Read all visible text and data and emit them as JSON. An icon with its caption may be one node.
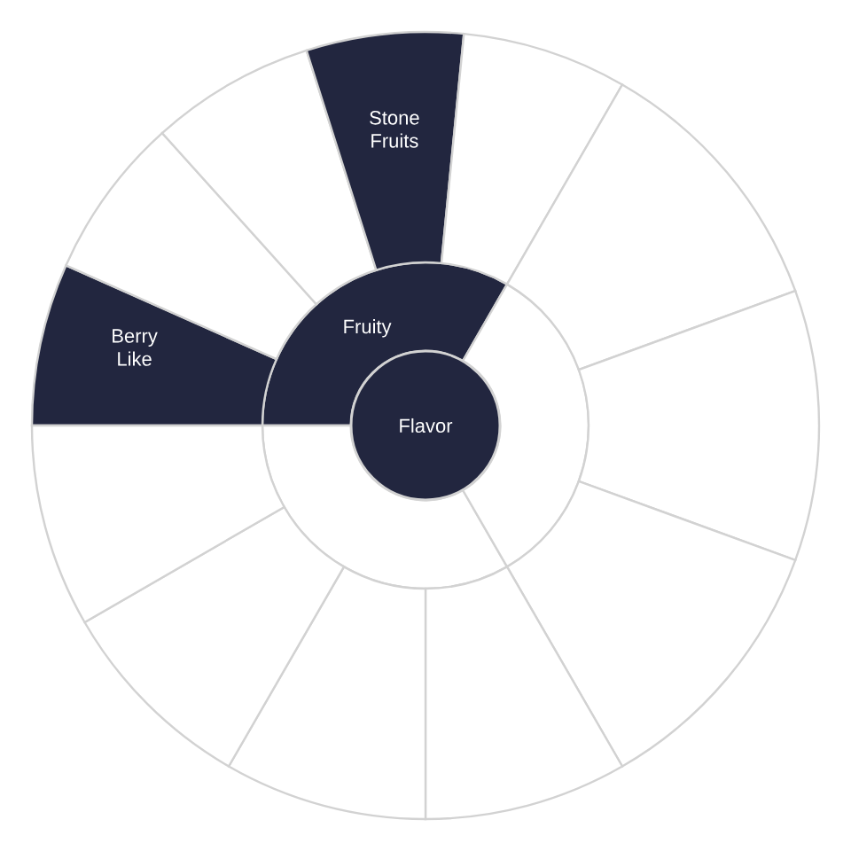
{
  "diagram": {
    "nodes": [
      {
        "text": [
          "Flavor"
        ]
      },
      {
        "text": [
          "Fruity"
        ]
      },
      {
        "text": [],
        "shape": "wedge"
      },
      {
        "text": [],
        "shape": "wedge"
      },
      {
        "text": [
          "Berry Like"
        ]
      },
      {
        "text": [],
        "shape": "wedge"
      },
      {
        "text": [],
        "shape": "wedge"
      },
      {
        "text": [
          "Stone Fruits"
        ]
      },
      {
        "text": [],
        "shape": "wedge"
      },
      {
        "text": [],
        "shape": "wedge"
      },
      {
        "text": [],
        "shape": "wedge"
      },
      {
        "text": [],
        "shape": "wedge"
      },
      {
        "text": [],
        "shape": "wedge"
      },
      {
        "text": [],
        "shape": "wedge"
      },
      {
        "text": [],
        "shape": "wedge"
      },
      {
        "text": [],
        "shape": "wedge"
      }
    ]
  }
}
